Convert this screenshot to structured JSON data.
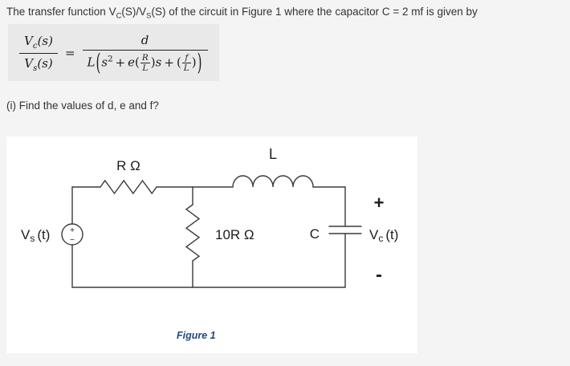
{
  "question": {
    "intro_t1": "The transfer function V",
    "intro_s1": "C",
    "intro_t2": "(S)/V",
    "intro_s2": "S",
    "intro_t3": "(S) of the circuit in Figure 1 where the capacitor C = 2 mf is given by",
    "part_i": "(i) Find the values of d, e and f?"
  },
  "formula": {
    "lhs_num_v": "V",
    "lhs_num_sub": "c",
    "lhs_num_arg": "(s)",
    "lhs_den_v": "V",
    "lhs_den_sub": "s",
    "lhs_den_arg": "(s)",
    "equals": "=",
    "rhs_num": "d",
    "den_L": "L",
    "den_open": "(",
    "den_s": "s",
    "den_sq": "2",
    "den_plus1": "+",
    "den_e": "e",
    "den_p1_open": "(",
    "den_f1_num": "R",
    "den_f1_den": "L",
    "den_p1_close": ")",
    "den_s2": "s",
    "den_plus2": "+",
    "den_p2_open": "(",
    "den_f2_num": "f",
    "den_f2_den": "L",
    "den_p2_close": ")",
    "den_close": ")"
  },
  "circuit": {
    "resistor_label": "R Ω",
    "inductor_label": "L",
    "shunt_resistor_label": "10R Ω",
    "capacitor_label": "C",
    "vs_base": "V",
    "vs_sub": "s",
    "vs_arg": "(t)",
    "vc_base": "V",
    "vc_sub": "c",
    "vc_arg": "(t)",
    "polarity_plus": "+",
    "polarity_minus": "-",
    "source_plus": "+",
    "source_minus": "−",
    "caption": "Figure 1",
    "caption_color": "#1F497D",
    "line_color": "#3b3b3b"
  }
}
